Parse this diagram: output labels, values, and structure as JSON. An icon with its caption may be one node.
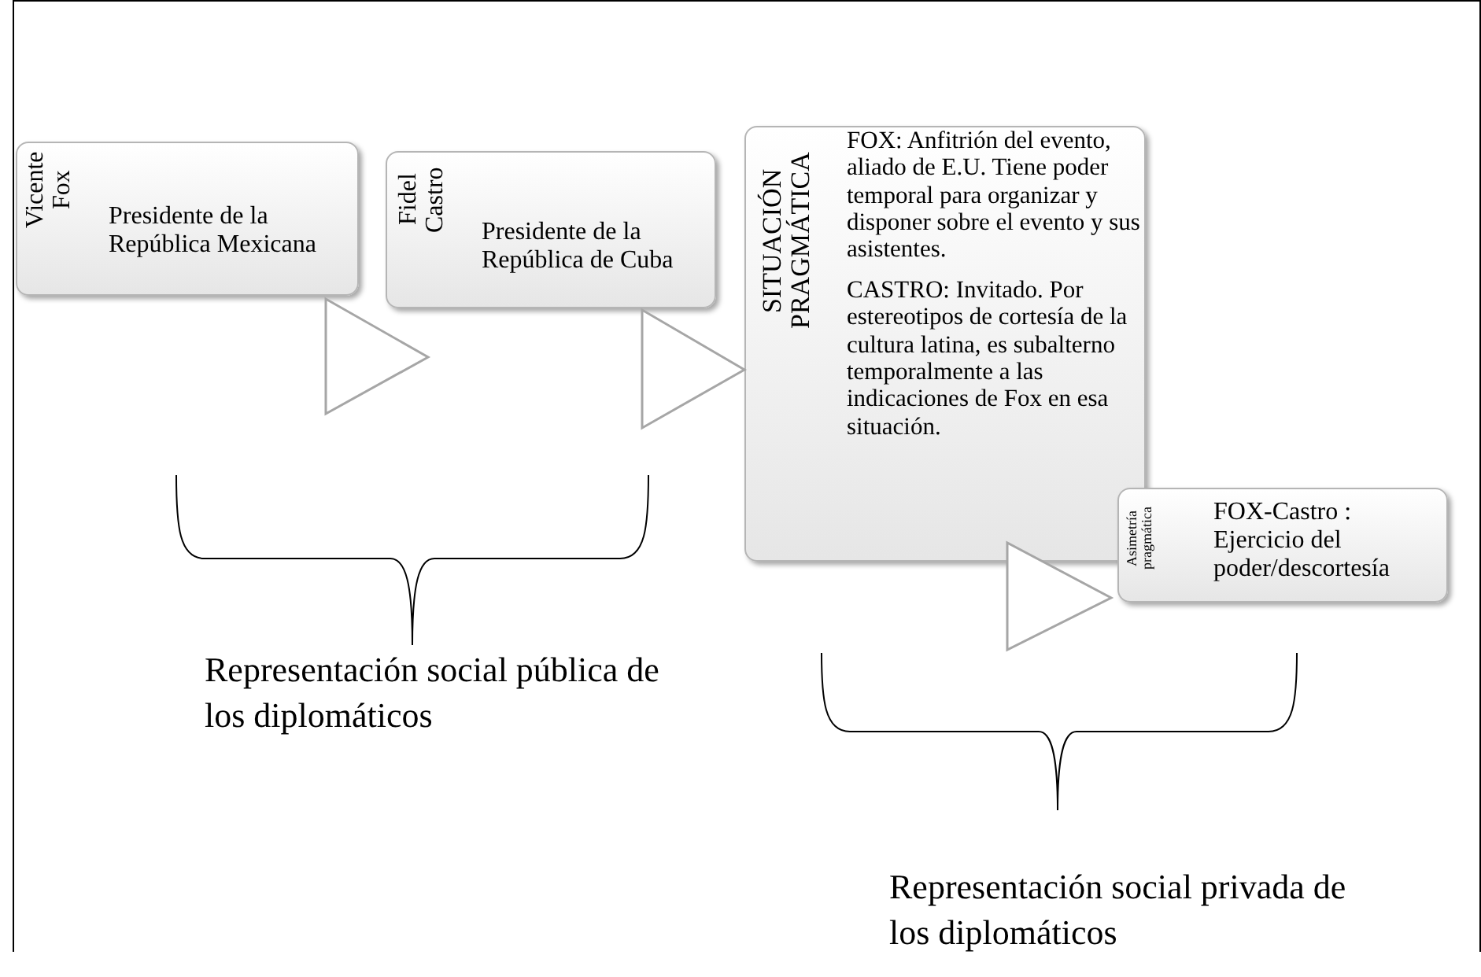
{
  "diagram": {
    "nodes": [
      {
        "text": [
          "Vicente Fox",
          "Presidente de la República Mexicana"
        ]
      },
      {
        "text": [
          "Fidel Castro",
          "Presidente de la República de Cuba"
        ]
      },
      {
        "text": [
          "SITUACIÓN PRAGMÁTICA",
          "FOX: Anfitrión del evento, aliado de E.U. Tiene poder temporal para organizar y disponer sobre el evento y sus asistentes.",
          "CASTRO: Invitado. Por estereotipos de cortesía de la cultura latina, es subalterno temporalmente a las indicaciones de Fox en esa situación."
        ]
      },
      {
        "text": [
          "Asimetría pragmática",
          "FOX-Castro : Ejercicio del poder/descortesía"
        ]
      }
    ],
    "edges": [
      {
        "from": 0,
        "to": 1,
        "arrow": "to"
      },
      {
        "from": 1,
        "to": 2,
        "arrow": "to"
      },
      {
        "from": 2,
        "to": 3,
        "arrow": "to"
      }
    ],
    "labels": [
      "Representación social pública de los diplomáticos",
      "Representación social privada de los diplomáticos"
    ]
  }
}
